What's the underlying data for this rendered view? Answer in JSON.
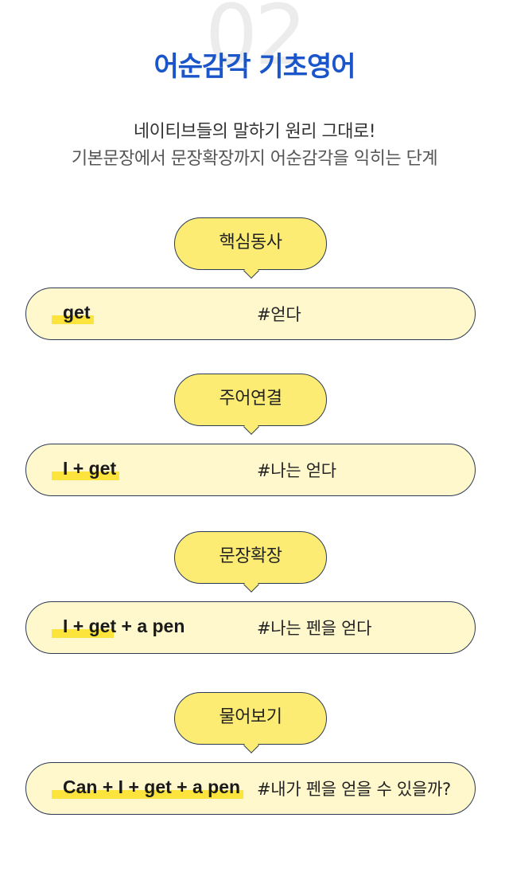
{
  "header": {
    "step_number": "02",
    "title": "어순감각 기초영어",
    "subtitle_line1": "네이티브들의 말하기 원리 그대로!",
    "subtitle_line2": "기본문장에서 문장확장까지 어순감각을 익히는 단계"
  },
  "steps": [
    {
      "label": "핵심동사",
      "english": "get",
      "korean": "#얻다"
    },
    {
      "label": "주어연결",
      "english": "I + get",
      "korean": "#나는 얻다"
    },
    {
      "label": "문장확장",
      "english": "I + get + a pen",
      "korean": "#나는 펜을 얻다"
    },
    {
      "label": "물어보기",
      "english": "Can + I + get + a pen",
      "korean": "#내가 펜을 얻을 수 있을까?"
    }
  ],
  "colors": {
    "title": "#1a55c9",
    "bubble_fill": "#fcec74",
    "row_fill": "#fff8cd",
    "highlight": "#fce43c",
    "outline": "#2b3a55"
  }
}
